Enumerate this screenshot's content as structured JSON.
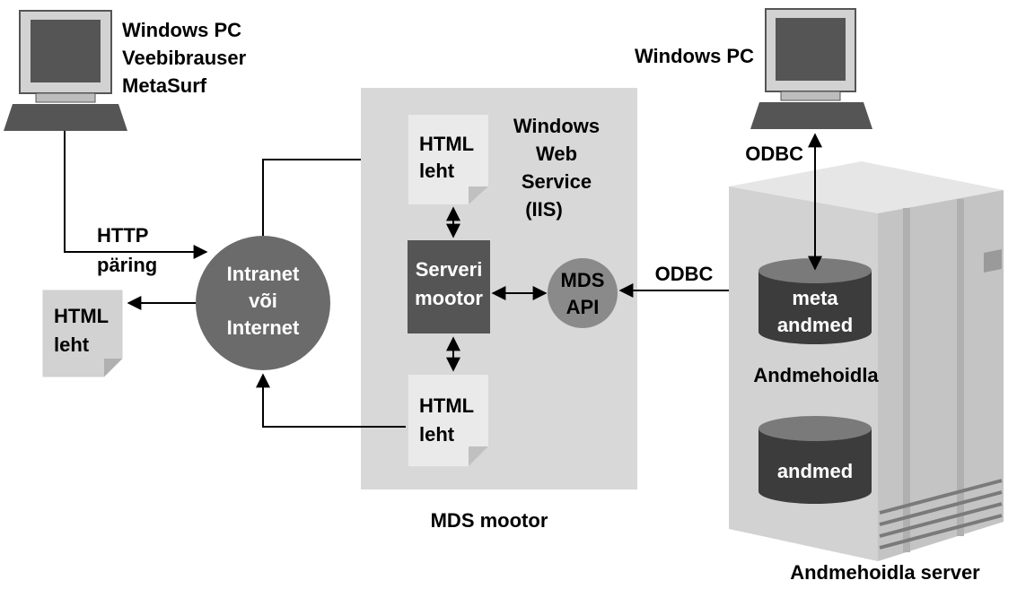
{
  "colors": {
    "panel": "#d8d8d8",
    "doc": "#e6e6e6",
    "doc_fold": "#c4c4c4",
    "engine": "#555555",
    "api": "#8a8a8a",
    "internet": "#6b6b6b",
    "db_body": "#3c3c3c",
    "db_top": "#7a7a7a",
    "server": "#d0d0d0",
    "monitor": "#555555",
    "monitor_bezel": "#cfcfcf"
  },
  "client_pc": {
    "line1": "Windows PC",
    "line2": "Veebibrauser",
    "line3": "MetaSurf",
    "icon": "computer-icon"
  },
  "admin_pc": {
    "label": "Windows PC",
    "icon": "computer-icon"
  },
  "http_request": {
    "line1": "HTTP",
    "line2": "päring"
  },
  "internet": {
    "line1": "Intranet",
    "line2": "või",
    "line3": "Internet"
  },
  "html_page_returned": {
    "line1": "HTML",
    "line2": "leht"
  },
  "html_page_top": {
    "line1": "HTML",
    "line2": "leht"
  },
  "html_page_bottom": {
    "line1": "HTML",
    "line2": "leht"
  },
  "web_service": {
    "line1": "Windows",
    "line2": "Web",
    "line3": "Service",
    "line4": "(IIS)"
  },
  "server_engine": {
    "line1": "Serveri",
    "line2": "mootor"
  },
  "mds_api": {
    "line1": "MDS",
    "line2": "API"
  },
  "mds_engine_caption": "MDS mootor",
  "odbc_api_db": "ODBC",
  "odbc_pc_db": "ODBC",
  "meta_db": {
    "line1": "meta",
    "line2": "andmed"
  },
  "data_db": {
    "label": "andmed"
  },
  "db_caption": "Andmehoidla",
  "server_caption": "Andmehoidla server"
}
